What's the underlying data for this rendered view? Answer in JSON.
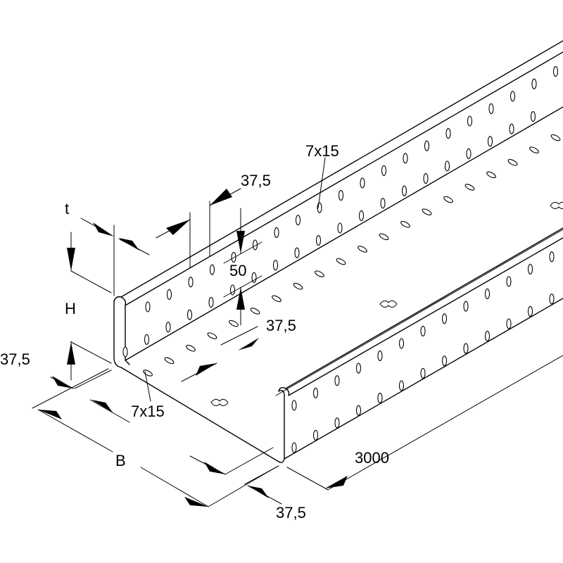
{
  "drawing": {
    "type": "technical-drawing",
    "subject": "perforated cable tray",
    "labels": {
      "t": "t",
      "H": "H",
      "B": "B",
      "side_slot": "7x15",
      "bottom_slot": "7x15",
      "pitch_top": "37,5",
      "pitch_bottom": "37,5",
      "edge_left": "37,5",
      "edge_right": "37,5",
      "rows_spacing": "50",
      "length": "3000"
    },
    "colors": {
      "line": "#000000",
      "background": "#ffffff"
    }
  }
}
